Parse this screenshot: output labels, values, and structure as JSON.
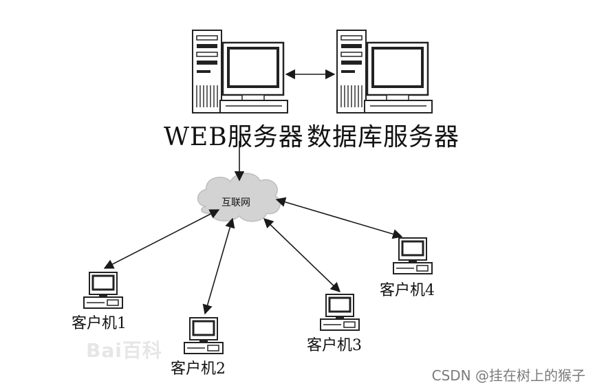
{
  "nodes": {
    "web_server": {
      "label": "WEB服务器"
    },
    "db_server": {
      "label": "数据库服务器"
    },
    "internet": {
      "label": "互联网"
    },
    "client1": {
      "label": "客户机1"
    },
    "client2": {
      "label": "客户机2"
    },
    "client3": {
      "label": "客户机3"
    },
    "client4": {
      "label": "客户机4"
    }
  },
  "edges": [
    {
      "from": "web_server",
      "to": "db_server",
      "style": "double-arrow"
    },
    {
      "from": "web_server",
      "to": "internet",
      "style": "arrow"
    },
    {
      "from": "internet",
      "to": "client1",
      "style": "double-arrow"
    },
    {
      "from": "internet",
      "to": "client2",
      "style": "double-arrow"
    },
    {
      "from": "internet",
      "to": "client3",
      "style": "double-arrow"
    },
    {
      "from": "internet",
      "to": "client4",
      "style": "double-arrow"
    }
  ],
  "watermark": {
    "text": "CSDN @挂在树上的猴子"
  },
  "baidu_mark": {
    "text": "Bai百科"
  },
  "colors": {
    "line": "#1a1a1a",
    "cloud": "#d0d0d0",
    "watermark": "#7a7a7a"
  }
}
